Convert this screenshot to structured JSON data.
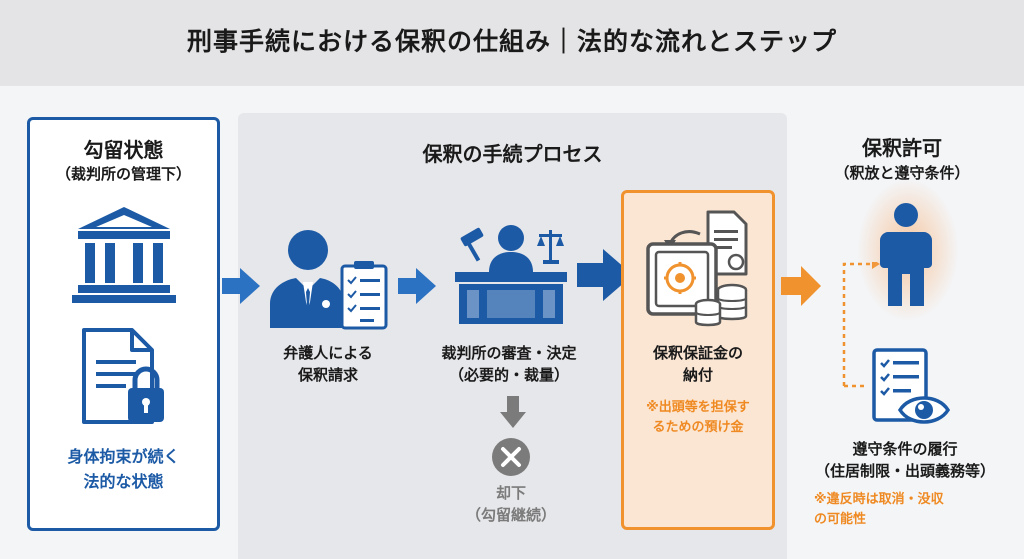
{
  "title": "刑事手続における保釈の仕組み｜法的な流れとステップ",
  "detention": {
    "title": "勾留状態",
    "subtitle": "（裁判所の管理下）",
    "description": "身体拘束が続く\n法的な状態"
  },
  "process": {
    "title": "保釈の手続プロセス",
    "lawyer_label": "弁護人による\n保釈請求",
    "court_label": "裁判所の審査・決定\n（必要的・裁量）",
    "deposit_label": "保釈保証金の\n納付",
    "deposit_note": "※出頭等を担保す\nるための預け金",
    "rejection_label": "却下\n（勾留継続）"
  },
  "permission": {
    "title": "保釈許可",
    "subtitle": "（釈放と遵守条件）",
    "compliance_label": "遵守条件の履行\n（住居制限・出頭義務等）",
    "violation_note": "※違反時は取消・没収\nの可能性"
  },
  "colors": {
    "blue": "#1c5aa6",
    "orange": "#f0922e",
    "gray": "#7b7b7b"
  }
}
